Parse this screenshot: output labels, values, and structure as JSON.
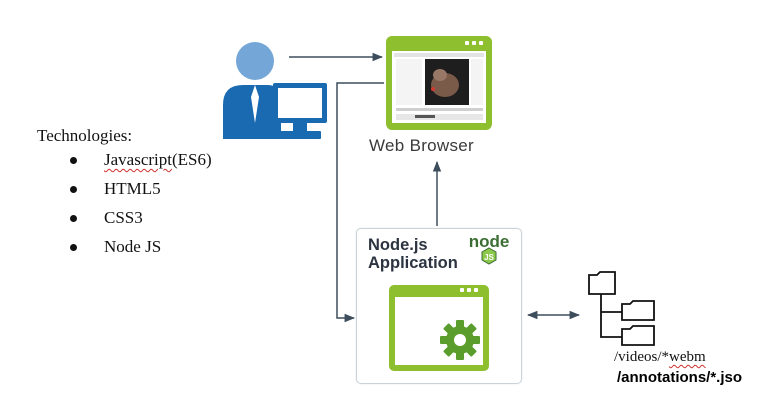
{
  "technologies": {
    "heading": "Technologies:",
    "items": [
      {
        "label": "Javascript(ES6)",
        "squiggle": "Javascript",
        "rest": "(ES6)"
      },
      {
        "label": "HTML5"
      },
      {
        "label": "CSS3"
      },
      {
        "label": "Node JS"
      }
    ]
  },
  "browser": {
    "label": "Web Browser"
  },
  "node_app": {
    "title_line1": "Node.js",
    "title_line2": "Application",
    "logo_text": "node"
  },
  "files": {
    "videos_prefix": "/videos/*",
    "videos_squiggle": "webm",
    "annotations": "/annotations/*.jso"
  },
  "colors": {
    "user_blue": "#1a6ab1",
    "user_head": "#74a6d8",
    "app_green": "#8ebf2f",
    "gear_green": "#5b9d2c",
    "arrow": "#3d4d5c",
    "node_logo": "#3c6e34"
  }
}
